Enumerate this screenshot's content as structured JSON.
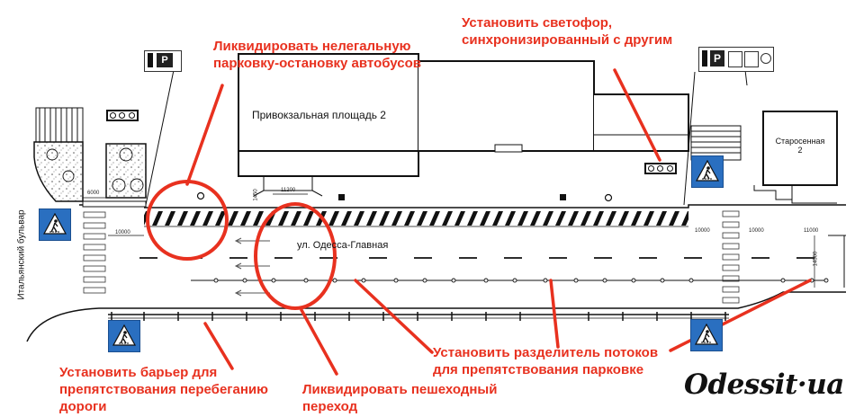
{
  "streets": {
    "main_street": "ул. Одесса-Главная",
    "side_street": "Итальянский бульвар"
  },
  "buildings": {
    "privokzalnaya": "Привокзальная площадь 2",
    "starosennaya_line1": "Старосенная",
    "starosennaya_line2": "2"
  },
  "dimensions": {
    "d_6000": "6000",
    "d_10000_left": "10000",
    "d_11200": "11200",
    "d_1450": "1450",
    "d_10000_right_a": "10000",
    "d_10000_right_b": "10000",
    "d_11000": "11000",
    "d_14500": "14500"
  },
  "annotations": {
    "remove_parking": [
      "Ликвидировать нелегальную",
      "парковку-остановку автобусов"
    ],
    "install_light": [
      "Установить светофор,",
      "синхронизированный с другим"
    ],
    "install_barrier": [
      "Установить барьер для",
      "препятствования перебеганию",
      "дороги"
    ],
    "remove_crossing": [
      "Ликвидировать пешеходный",
      "переход"
    ],
    "install_divider": [
      "Установить разделитель потоков",
      "для препятствования парковке"
    ]
  },
  "logo": "Odessit·ua",
  "colors": {
    "annotation": "#e8311f",
    "sign_blue": "#2a6fc0",
    "line": "#111111"
  }
}
